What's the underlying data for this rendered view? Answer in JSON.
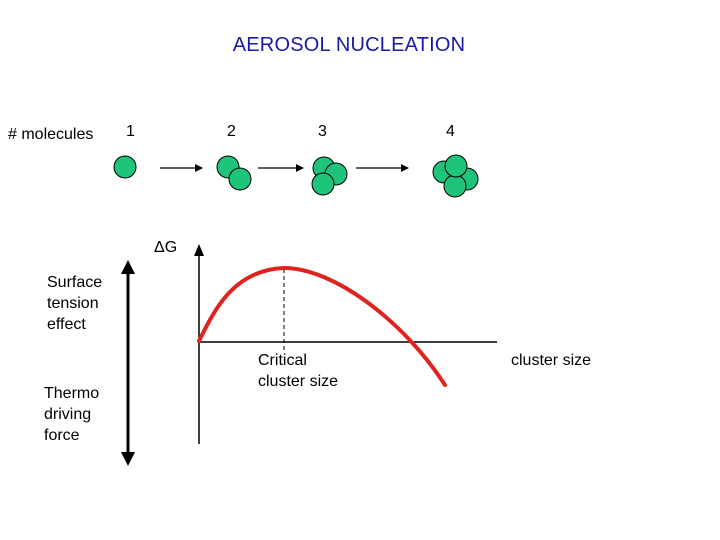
{
  "title": "AEROSOL NUCLEATION",
  "molecules": {
    "label": "# molecules",
    "counts": [
      "1",
      "2",
      "3",
      "4"
    ]
  },
  "graph": {
    "yaxis_label": "ΔG",
    "xaxis_label": "cluster size",
    "critical_label": "Critical\ncluster size"
  },
  "effects": {
    "surface": "Surface\ntension\neffect",
    "thermo": "Thermo\ndriving\nforce"
  },
  "colors": {
    "molecule_fill": "#1ec47a",
    "curve": "#e0231e",
    "title": "#1a1aa6"
  }
}
